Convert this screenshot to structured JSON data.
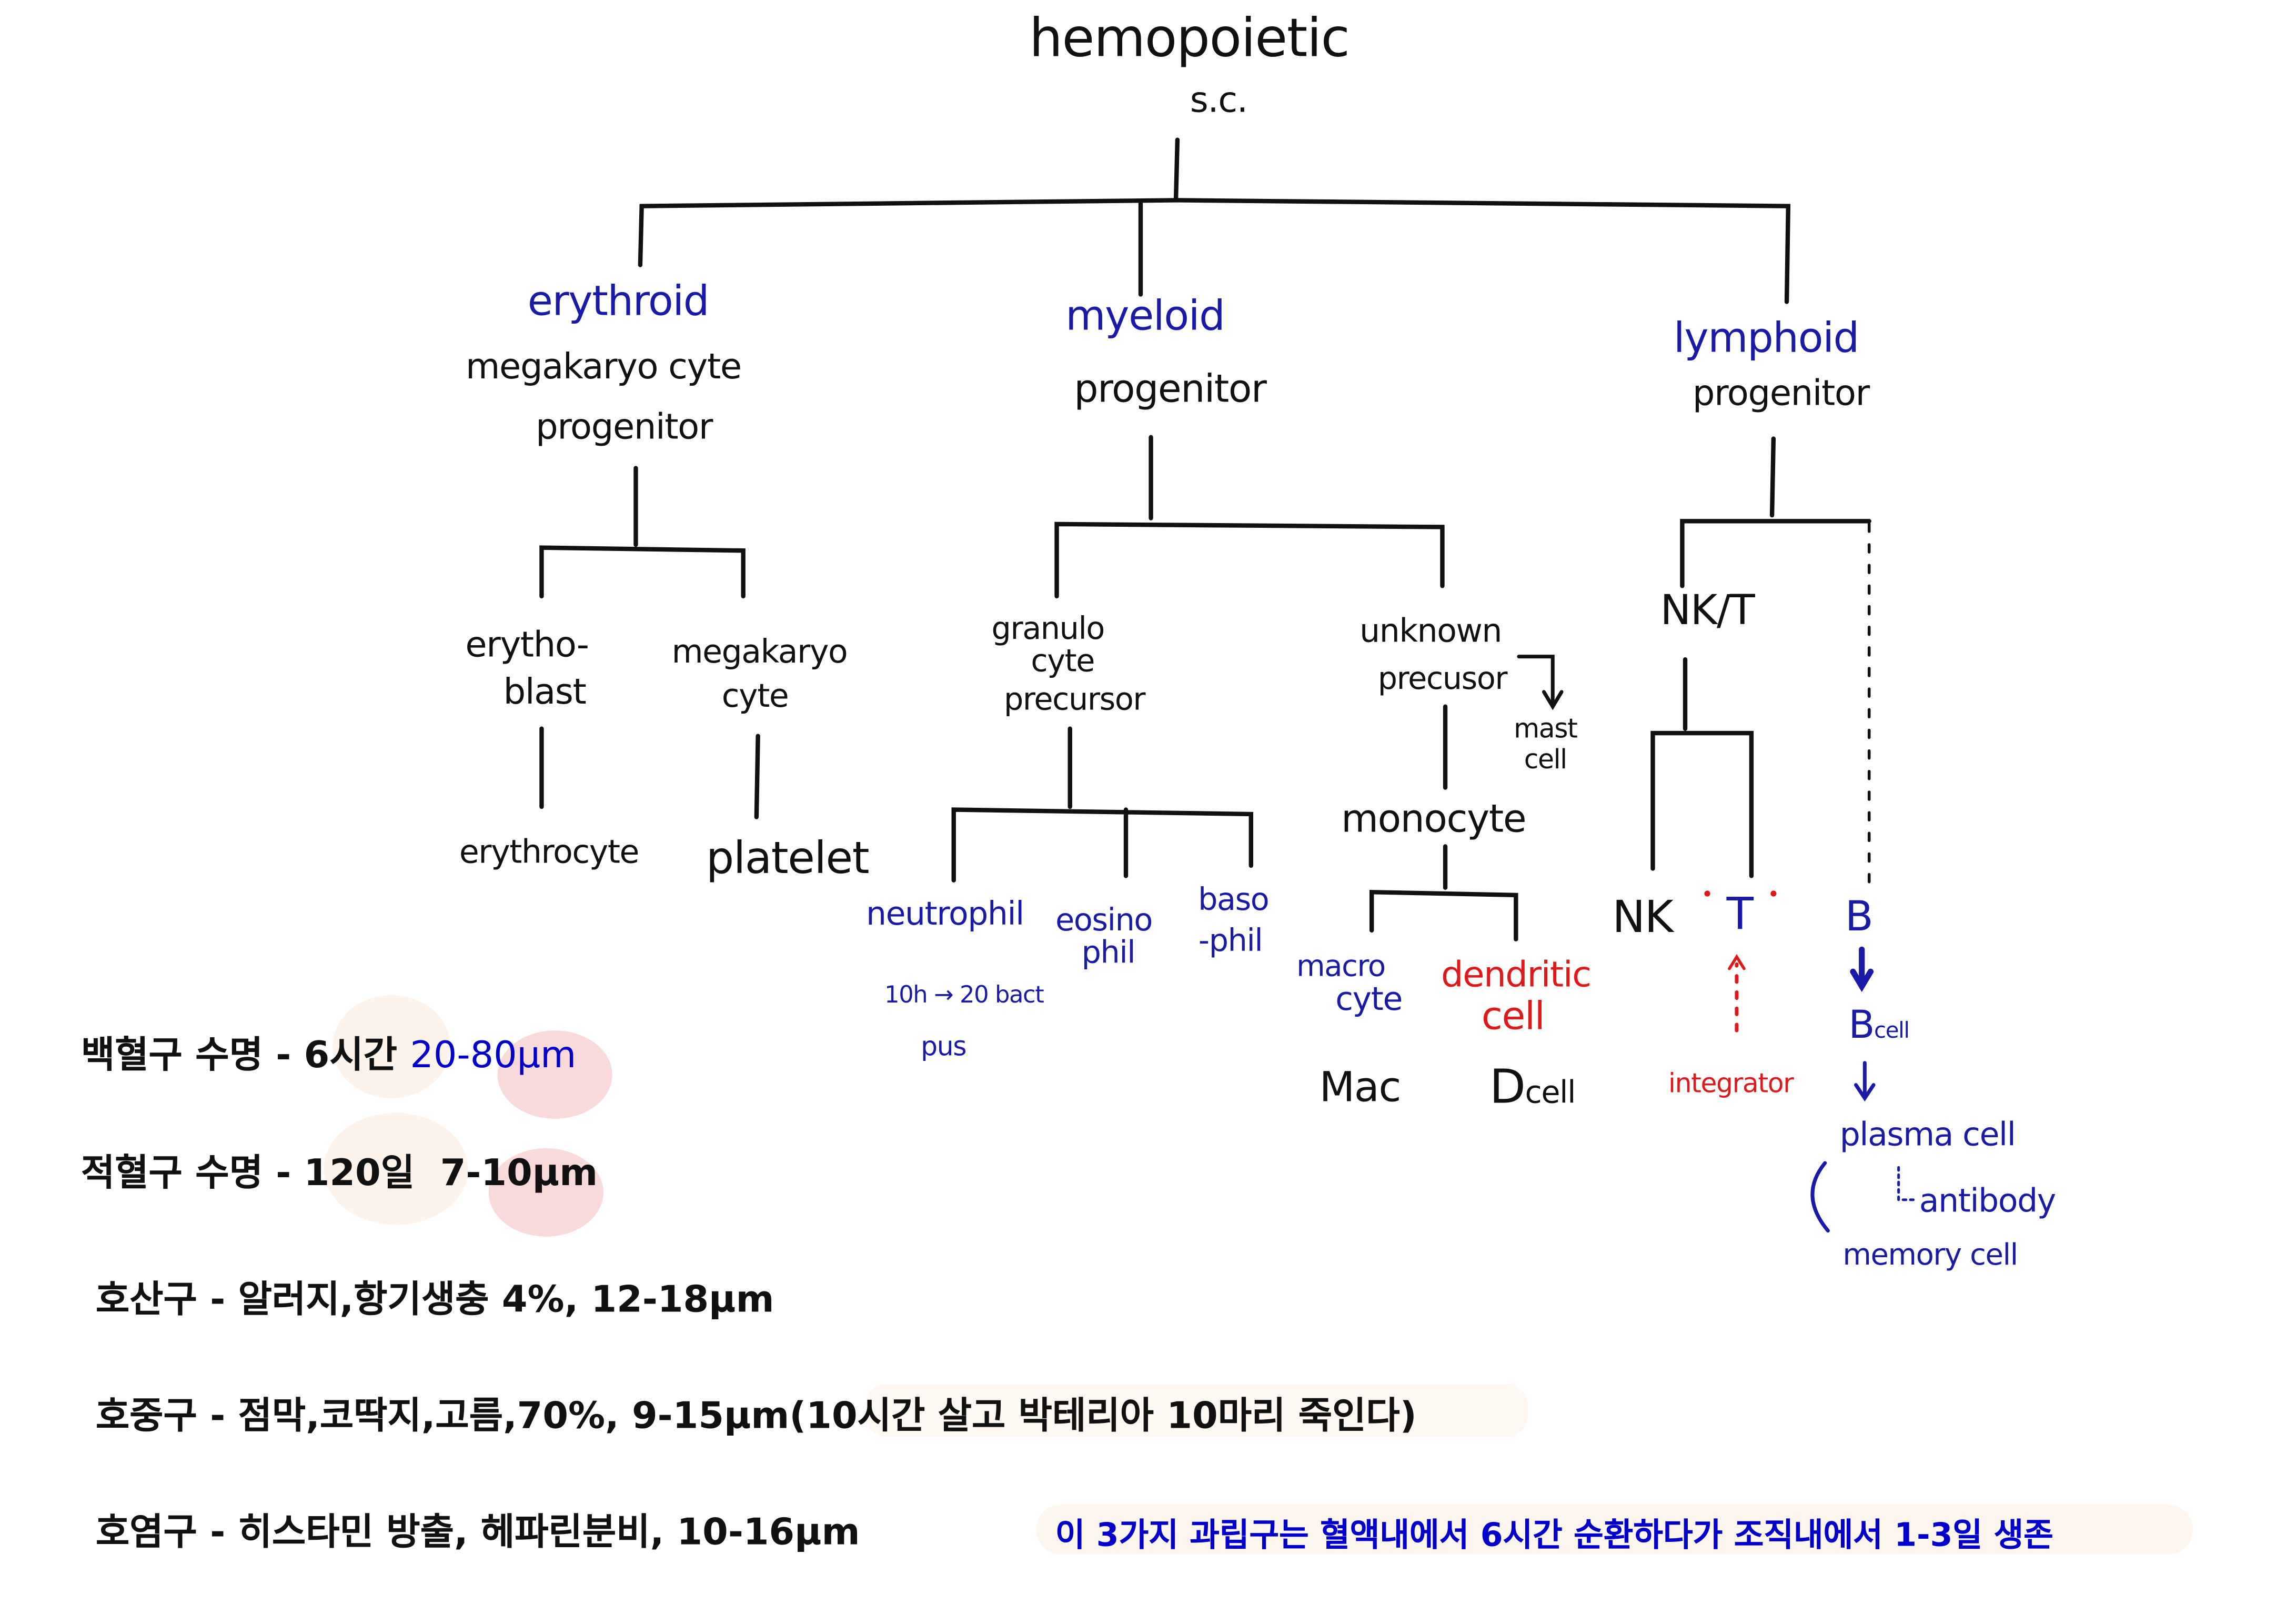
{
  "tree": {
    "root": {
      "line1": "hemopoietic",
      "line2": "s.c."
    },
    "erythroid": {
      "title": "erythroid",
      "line2": "megakaryo cyte",
      "line3": "progenitor"
    },
    "myeloid": {
      "title": "myeloid",
      "line2": "progenitor"
    },
    "lymphoid": {
      "title": "lymphoid",
      "line2": "progenitor"
    },
    "erythroblast": {
      "line1": "erytho-",
      "line2": "blast"
    },
    "megakaryocyte": {
      "line1": "megakaryo",
      "line2": "cyte"
    },
    "erythrocyte": "erythrocyte",
    "platelet": "platelet",
    "granulocyte_precursor": {
      "line1": "granulo",
      "line2": "cyte",
      "line3": "precursor"
    },
    "unknown_precursor": {
      "line1": "unknown",
      "line2": "precusor"
    },
    "mast_cell": {
      "line1": "mast",
      "line2": "cell"
    },
    "monocyte": "monocyte",
    "neutrophil": {
      "label": "neutrophil",
      "note1": "10h → 20 bact",
      "note2": "pus"
    },
    "eosinophil": {
      "line1": "eosino",
      "line2": "phil"
    },
    "basophil": {
      "line1": "baso",
      "line2": "-phil"
    },
    "macrocyte": {
      "line1": "macro",
      "line2": "cyte",
      "abbr": "Mac"
    },
    "dendritic": {
      "line1": "dendritic",
      "line2": "cell",
      "abbr_big": "D",
      "abbr_small": "cell"
    },
    "nkt": "NK/T",
    "nk": "NK",
    "t": "T",
    "integrator": "integrator",
    "b": "B",
    "bcell": {
      "big": "B",
      "small": "cell"
    },
    "plasma_cell": "plasma cell",
    "antibody": "antibody",
    "memory_cell": "memory cell"
  },
  "notes": {
    "wbc": {
      "label": "백혈구 수명 - ",
      "life": "6시간",
      "size": "20-80μm"
    },
    "rbc": {
      "label": "적혈구 수명 - ",
      "life": "120일",
      "size": "7-10μm"
    },
    "eosinophil": "호산구 - 알러지,항기생충 4%,  12-18μm",
    "neutrophil": {
      "main": "호중구 - 점막,코딱지,고름,70%, 9-15μm",
      "extra": "(10시간 살고 박테리아 10마리 죽인다)"
    },
    "basophil": "호염구 - 히스타민 방출, 헤파린분비, 10-16μm",
    "granulocyte_summary": "이 3가지 과립구는 혈액내에서 6시간 순환하다가 조직내에서 1-3일 생존"
  },
  "colors": {
    "ink": "#111111",
    "blue": "#1a1aa8",
    "red": "#e01818",
    "note_blue": "#0000cc",
    "peach": "#fdf3ea",
    "pink": "#f9d6d6"
  }
}
